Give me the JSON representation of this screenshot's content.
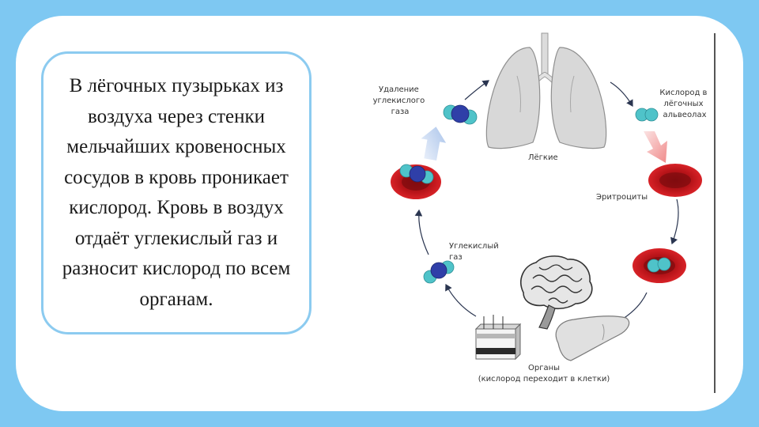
{
  "text": {
    "body": "В лёгочных пузырьках из воздуха через стенки мельчайших кровеносных сосудов в кровь проникает кислород. Кровь в воздух отдаёт углекислый газ и разносит кислород по всем органам."
  },
  "labels": {
    "co2_removal": [
      "Удаление",
      "углекислого",
      "газа"
    ],
    "oxygen_alveoli": [
      "Кислород в",
      "лёгочных",
      "альвеолах"
    ],
    "lungs": "Лёгкие",
    "erythrocytes": "Эритроциты",
    "co2": [
      "Углекислый",
      "газ"
    ],
    "organs": "Органы",
    "organs_note": "(кислород переходит в клетки)"
  },
  "colors": {
    "frame": "#7ec8f2",
    "box_border": "#8ccbf0",
    "blood_cell": "#c8161b",
    "oxygen_molecule": "#4fc3c9",
    "carbon_atom": "#2f3fa8"
  }
}
